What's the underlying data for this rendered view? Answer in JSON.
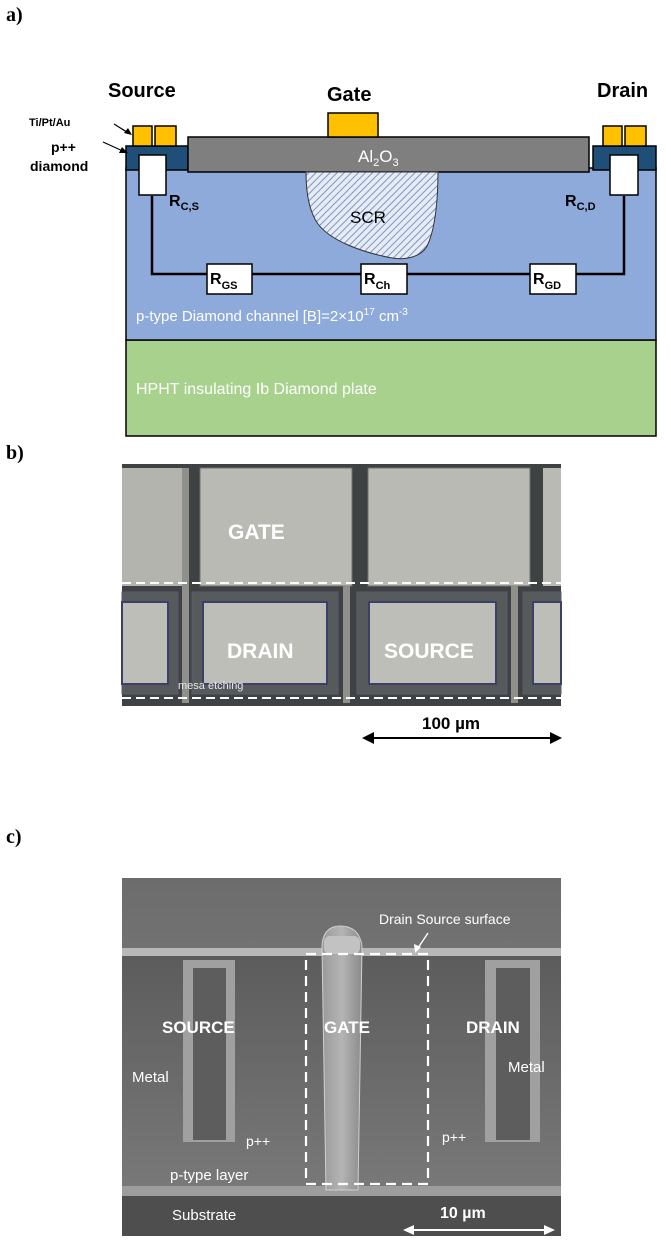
{
  "panel_a": {
    "label": "a)",
    "source": "Source",
    "gate": "Gate",
    "drain": "Drain",
    "metal": "Ti/Pt/Au",
    "pplus": "p++",
    "diamond": "diamond",
    "oxide_main": "Al",
    "oxide_sub1": "2",
    "oxide_mid": "O",
    "oxide_sub2": "3",
    "scr": "SCR",
    "rcs_main": "R",
    "rcs_sub": "C,S",
    "rcd_main": "R",
    "rcd_sub": "C,D",
    "rgs_main": "R",
    "rgs_sub": "GS",
    "rch_main": "R",
    "rch_sub": "Ch",
    "rgd_main": "R",
    "rgd_sub": "GD",
    "channel_text": "p-type Diamond channel [B]=2×10",
    "channel_exp": "17",
    "channel_unit": " cm",
    "channel_unit_exp": "-3",
    "substrate": "HPHT insulating Ib Diamond plate",
    "colors": {
      "channel": "#8eaadb",
      "substrate": "#a9d18e",
      "oxide": "#7f7f7f",
      "contact": "#1f4e79",
      "metal": "#ffc000"
    }
  },
  "panel_b": {
    "label": "b)",
    "gate": "GATE",
    "drain": "DRAIN",
    "source": "SOURCE",
    "mesa": "mesa etching",
    "scale": "100 µm"
  },
  "panel_c": {
    "label": "c)",
    "source": "SOURCE",
    "gate": "GATE",
    "drain": "DRAIN",
    "metal_left": "Metal",
    "metal_right": "Metal",
    "pplus_left": "p++",
    "pplus_right": "p++",
    "player": "p-type layer",
    "substrate": "Substrate",
    "drain_source_surface": "Drain Source surface",
    "scale": "10 µm"
  }
}
